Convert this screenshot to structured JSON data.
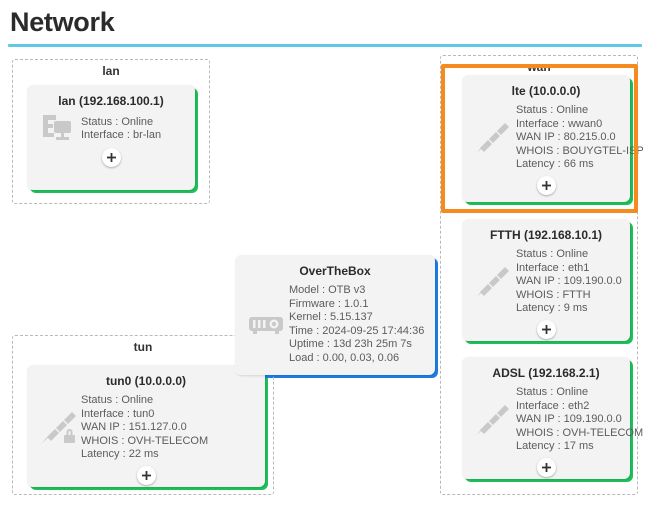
{
  "page": {
    "title": "Network",
    "accent_rule_color": "#5ec8e5",
    "selection_color": "#f58b1f",
    "card_accent_green": "#1fc35b",
    "card_accent_blue": "#1d7ee8"
  },
  "groups": {
    "lan": {
      "label": "lan"
    },
    "tun": {
      "label": "tun"
    },
    "wan": {
      "label": "wan"
    }
  },
  "cards": {
    "lan": {
      "title": "lan (192.168.100.1)",
      "icon": "network-icon",
      "props": [
        "Status : Online",
        "Interface : br-lan"
      ],
      "add_label": "+"
    },
    "tun0": {
      "title": "tun0 (10.0.0.0)",
      "icon": "secure-plug-icon",
      "props": [
        "Status : Online",
        "Interface : tun0",
        "WAN IP : 151.127.0.0",
        "WHOIS : OVH-TELECOM",
        "Latency : 22 ms"
      ],
      "add_label": "+"
    },
    "overthebox": {
      "title": "OverTheBox",
      "icon": "device-icon",
      "props": [
        "Model : OTB v3",
        "Firmware : 1.0.1",
        "Kernel : 5.15.137",
        "Time : 2024-09-25 17:44:36",
        "Uptime : 13d 23h 25m 7s",
        "Load : 0.00, 0.03, 0.06"
      ]
    },
    "lte": {
      "title": "lte (10.0.0.0)",
      "icon": "plug-icon",
      "selected": true,
      "props": [
        "Status : Online",
        "Interface : wwan0",
        "WAN IP : 80.215.0.0",
        "WHOIS : BOUYGTEL-ISP",
        "Latency : 66 ms"
      ],
      "add_label": "+"
    },
    "ftth": {
      "title": "FTTH (192.168.10.1)",
      "icon": "plug-icon",
      "props": [
        "Status : Online",
        "Interface : eth1",
        "WAN IP : 109.190.0.0",
        "WHOIS : FTTH",
        "Latency : 9 ms"
      ],
      "add_label": "+"
    },
    "adsl": {
      "title": "ADSL (192.168.2.1)",
      "icon": "plug-icon",
      "props": [
        "Status : Online",
        "Interface : eth2",
        "WAN IP : 109.190.0.0",
        "WHOIS : OVH-TELECOM",
        "Latency : 17 ms"
      ],
      "add_label": "+"
    }
  }
}
